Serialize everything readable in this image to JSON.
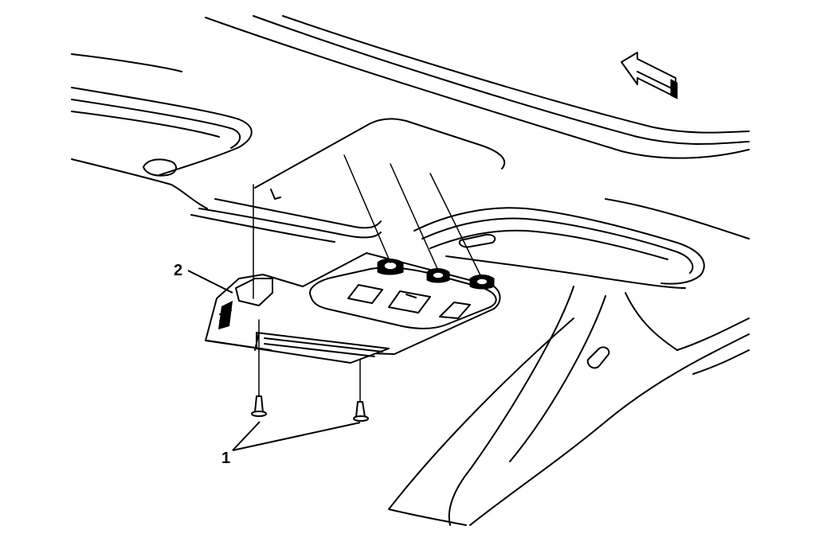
{
  "callouts": [
    {
      "id": "1",
      "label": "1"
    },
    {
      "id": "2",
      "label": "2"
    }
  ],
  "colors": {
    "line": "#000000",
    "background": "#ffffff"
  },
  "icons": {
    "direction_arrow": "forward-arrow-icon"
  }
}
